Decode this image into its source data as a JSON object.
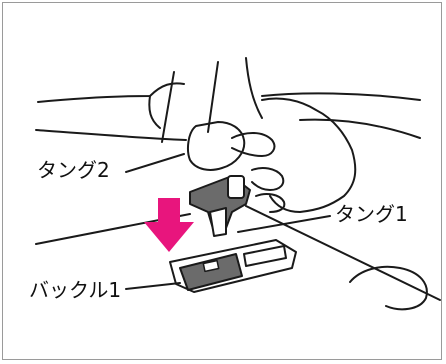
{
  "labels": {
    "tongue2": "タング2",
    "tongue1": "タング1",
    "buckle1": "バックル1"
  },
  "colors": {
    "arrow": "#e8157d",
    "line": "#1a1a1a",
    "belt_gray": "#6b6b6b",
    "frame": "#9a9a9a"
  },
  "icons": {
    "push_arrow": "arrow-down-icon"
  }
}
